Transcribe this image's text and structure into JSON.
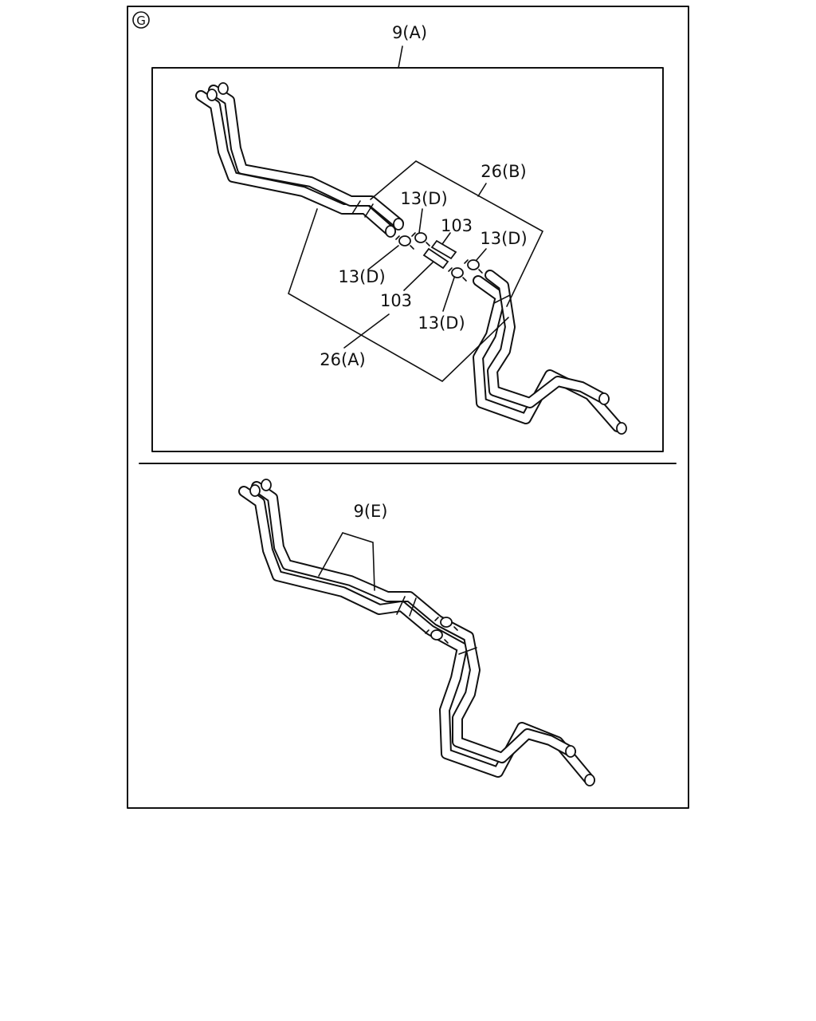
{
  "section_symbol": "G",
  "callouts": {
    "assembly_upper": "9(A)",
    "pipe_b": "26(B)",
    "pipe_a": "26(A)",
    "clamp_1": "13(D)",
    "clamp_2": "13(D)",
    "clamp_3": "13(D)",
    "clamp_4": "13(D)",
    "joint_1": "103",
    "joint_2": "103",
    "assembly_lower": "9(E)"
  }
}
